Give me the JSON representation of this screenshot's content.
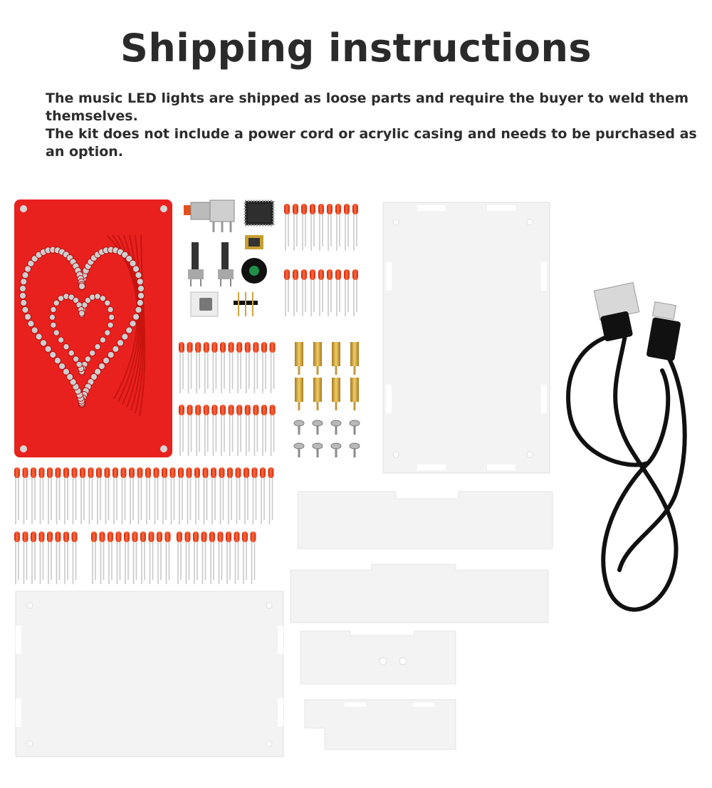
{
  "page": {
    "title": "Shipping instructions",
    "paragraphs": [
      "The music LED lights are shipped as loose parts and require the buyer to weld them themselves.",
      "The kit does not include a power cord or acrylic casing and needs to be purchased as an option."
    ]
  },
  "product_photo": {
    "pcb_color": "#e8211f",
    "led_color": "#ff4a1c",
    "acrylic_color": "#f3f3f3",
    "cable_color": "#111111",
    "standoff_color": "#d4a531"
  }
}
